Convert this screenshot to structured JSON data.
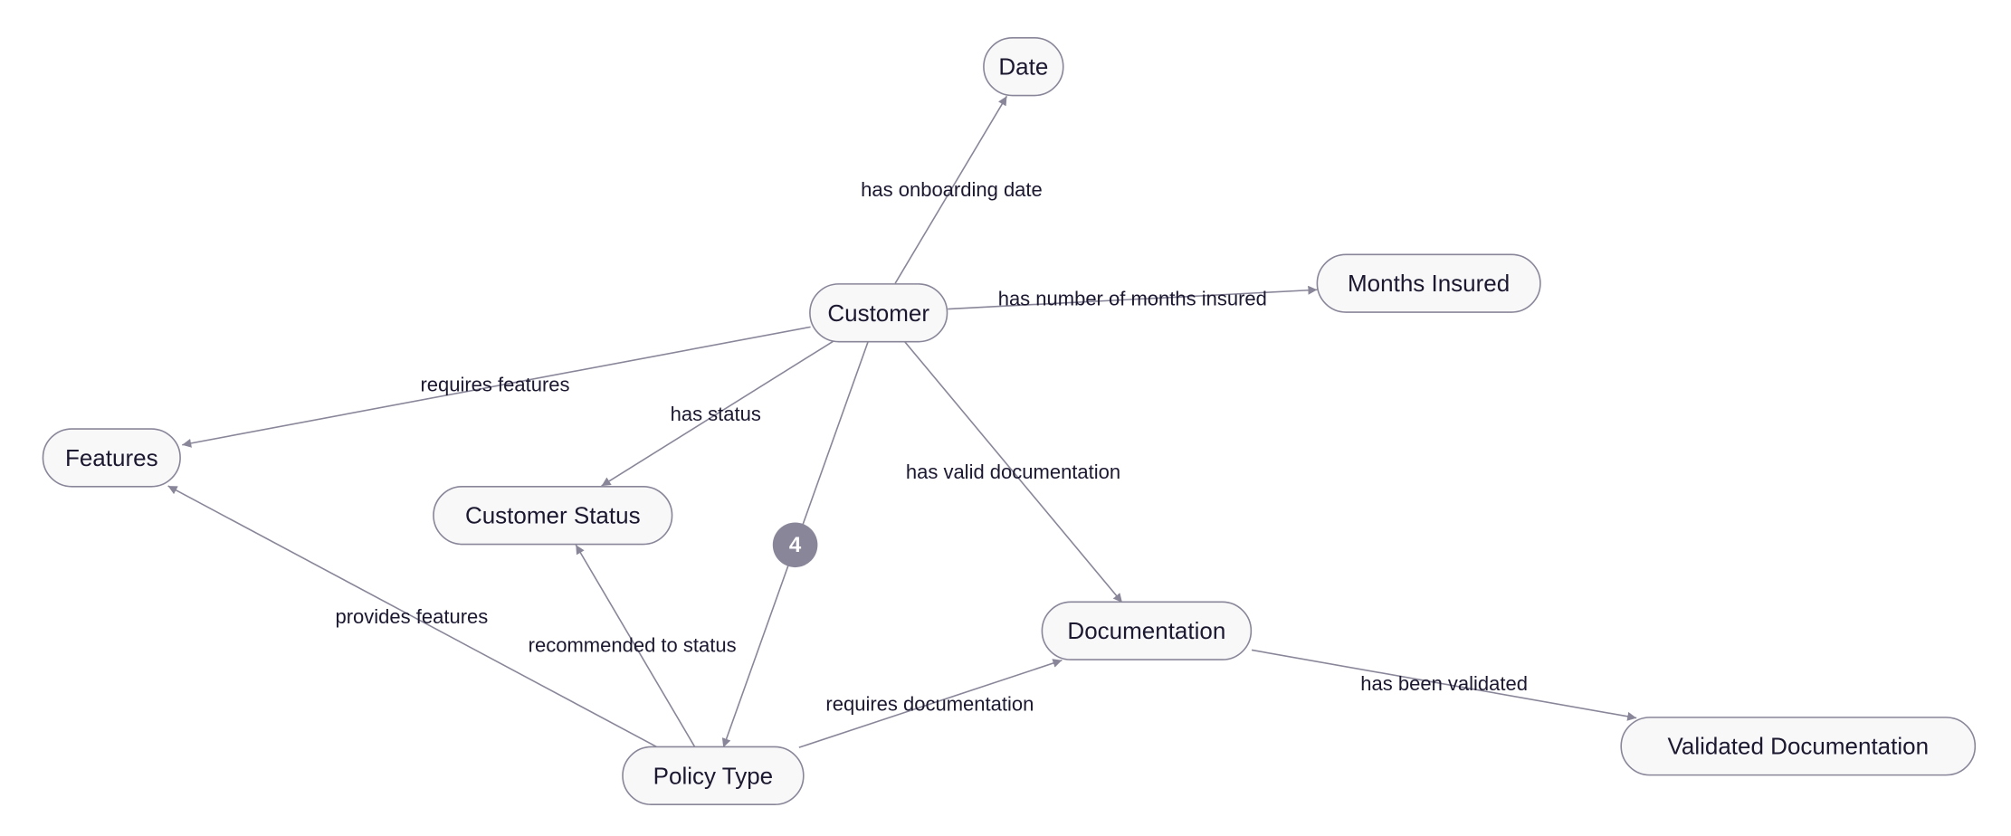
{
  "diagram": {
    "nodes": [
      {
        "id": "date",
        "label": "Date"
      },
      {
        "id": "months_insured",
        "label": "Months Insured"
      },
      {
        "id": "customer",
        "label": "Customer"
      },
      {
        "id": "features",
        "label": "Features"
      },
      {
        "id": "customer_status",
        "label": "Customer Status"
      },
      {
        "id": "documentation",
        "label": "Documentation"
      },
      {
        "id": "validated_documentation",
        "label": "Validated Documentation"
      },
      {
        "id": "policy_type",
        "label": "Policy Type"
      }
    ],
    "edges": [
      {
        "id": "e1",
        "from": "customer",
        "to": "date",
        "label": "has onboarding date"
      },
      {
        "id": "e2",
        "from": "customer",
        "to": "months_insured",
        "label": "has number of months insured"
      },
      {
        "id": "e3",
        "from": "customer",
        "to": "features",
        "label": "requires features"
      },
      {
        "id": "e4",
        "from": "customer",
        "to": "customer_status",
        "label": "has status"
      },
      {
        "id": "e5",
        "from": "customer",
        "to": "documentation",
        "label": "has valid documentation"
      },
      {
        "id": "e6",
        "from": "customer",
        "to": "policy_type",
        "label": "",
        "badge": "4"
      },
      {
        "id": "e7",
        "from": "policy_type",
        "to": "features",
        "label": "provides features"
      },
      {
        "id": "e8",
        "from": "policy_type",
        "to": "customer_status",
        "label": "recommended to status"
      },
      {
        "id": "e9",
        "from": "policy_type",
        "to": "documentation",
        "label": "requires documentation"
      },
      {
        "id": "e10",
        "from": "documentation",
        "to": "validated_documentation",
        "label": "has been validated"
      }
    ]
  },
  "colors": {
    "node_fill": "#f8f8f9",
    "stroke": "#8a8699",
    "text": "#1b1830",
    "badge": "#8a8699"
  }
}
